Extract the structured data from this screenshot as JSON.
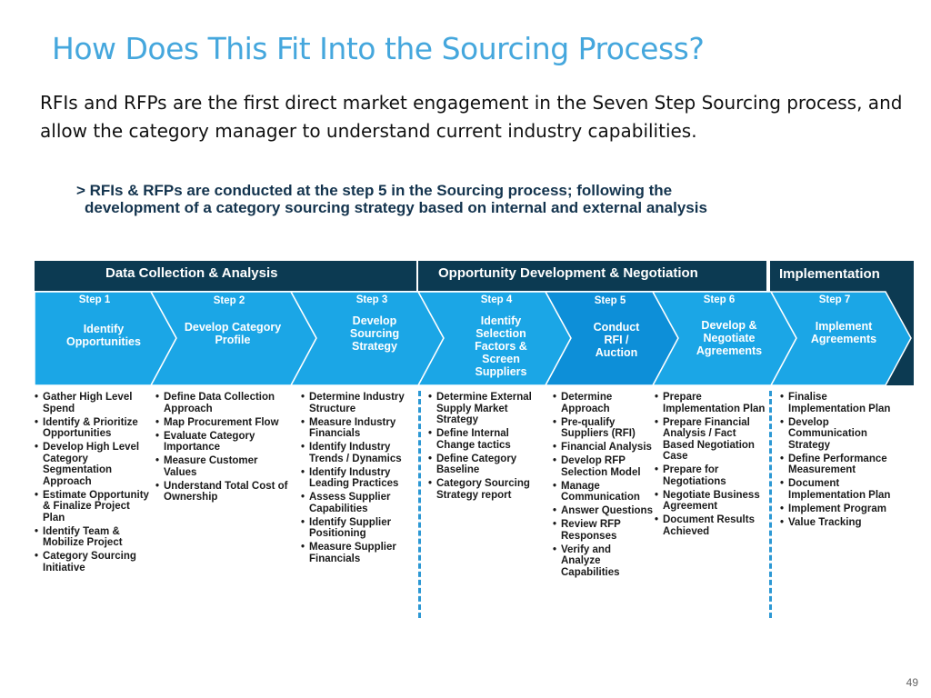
{
  "title": "How Does This Fit Into the Sourcing Process?",
  "intro": "RFIs and RFPs are the first direct market engagement in the Seven Step Sourcing process, and allow the category manager to understand current industry capabilities.",
  "callout": {
    "line1": "> RFIs & RFPs are conducted at the step 5 in the Sourcing process; following the",
    "line2": "development of a category sourcing strategy based on internal and external analysis"
  },
  "phases": [
    {
      "label": "Data Collection & Analysis"
    },
    {
      "label": "Opportunity Development & Negotiation"
    },
    {
      "label": "Implementation"
    }
  ],
  "steps": [
    {
      "num": "Step 1",
      "name": "Identify Opportunities"
    },
    {
      "num": "Step 2",
      "name": "Develop Category Profile"
    },
    {
      "num": "Step 3",
      "name": "Develop Sourcing Strategy"
    },
    {
      "num": "Step 4",
      "name": "Identify Selection Factors & Screen Suppliers"
    },
    {
      "num": "Step 5",
      "name": "Conduct RFI / Auction"
    },
    {
      "num": "Step 6",
      "name": "Develop & Negotiate Agreements"
    },
    {
      "num": "Step 7",
      "name": "Implement Agreements"
    }
  ],
  "columns": [
    [
      "Gather High  Level Spend",
      "Identify & Prioritize Opportunities",
      "Develop High Level Category Segmentation Approach",
      "Estimate Opportunity & Finalize Project Plan",
      "Identify Team & Mobilize Project",
      "Category Sourcing Initiative"
    ],
    [
      "Define Data Collection Approach",
      "Map Procurement Flow",
      "Evaluate Category Importance",
      "Measure Customer Values",
      "Understand Total Cost of Ownership"
    ],
    [
      "Determine Industry Structure",
      "Measure Industry Financials",
      "Identify Industry Trends / Dynamics",
      "Identify Industry Leading Practices",
      "Assess Supplier Capabilities",
      "Identify Supplier Positioning",
      "Measure Supplier Financials"
    ],
    [
      "Determine External Supply Market Strategy",
      "Define  Internal Change tactics",
      "Define Category Baseline",
      "Category Sourcing Strategy report"
    ],
    [
      "Determine Approach",
      "Pre-qualify Suppliers (RFI)",
      "Financial Analysis",
      "Develop RFP Selection Model",
      "Manage Communication",
      "Answer Questions",
      "Review RFP Responses",
      "Verify and Analyze Capabilities"
    ],
    [
      "Prepare Implementation Plan",
      "Prepare Financial Analysis / Fact Based Negotiation Case",
      "Prepare for Negotiations",
      "Negotiate Business Agreement",
      "Document Results Achieved"
    ],
    [
      "Finalise Implementation Plan",
      "Develop Communication Strategy",
      "Define Performance Measurement",
      "Document Implementation Plan",
      "Implement Program",
      "Value Tracking"
    ]
  ],
  "page_number": "49",
  "colors": {
    "title": "#45a7dd",
    "dark_navy": "#0c3a52",
    "arrow_blue": "#1ba6e6",
    "step5_blue": "#0d8fd8",
    "divider": "#2c98d4"
  }
}
